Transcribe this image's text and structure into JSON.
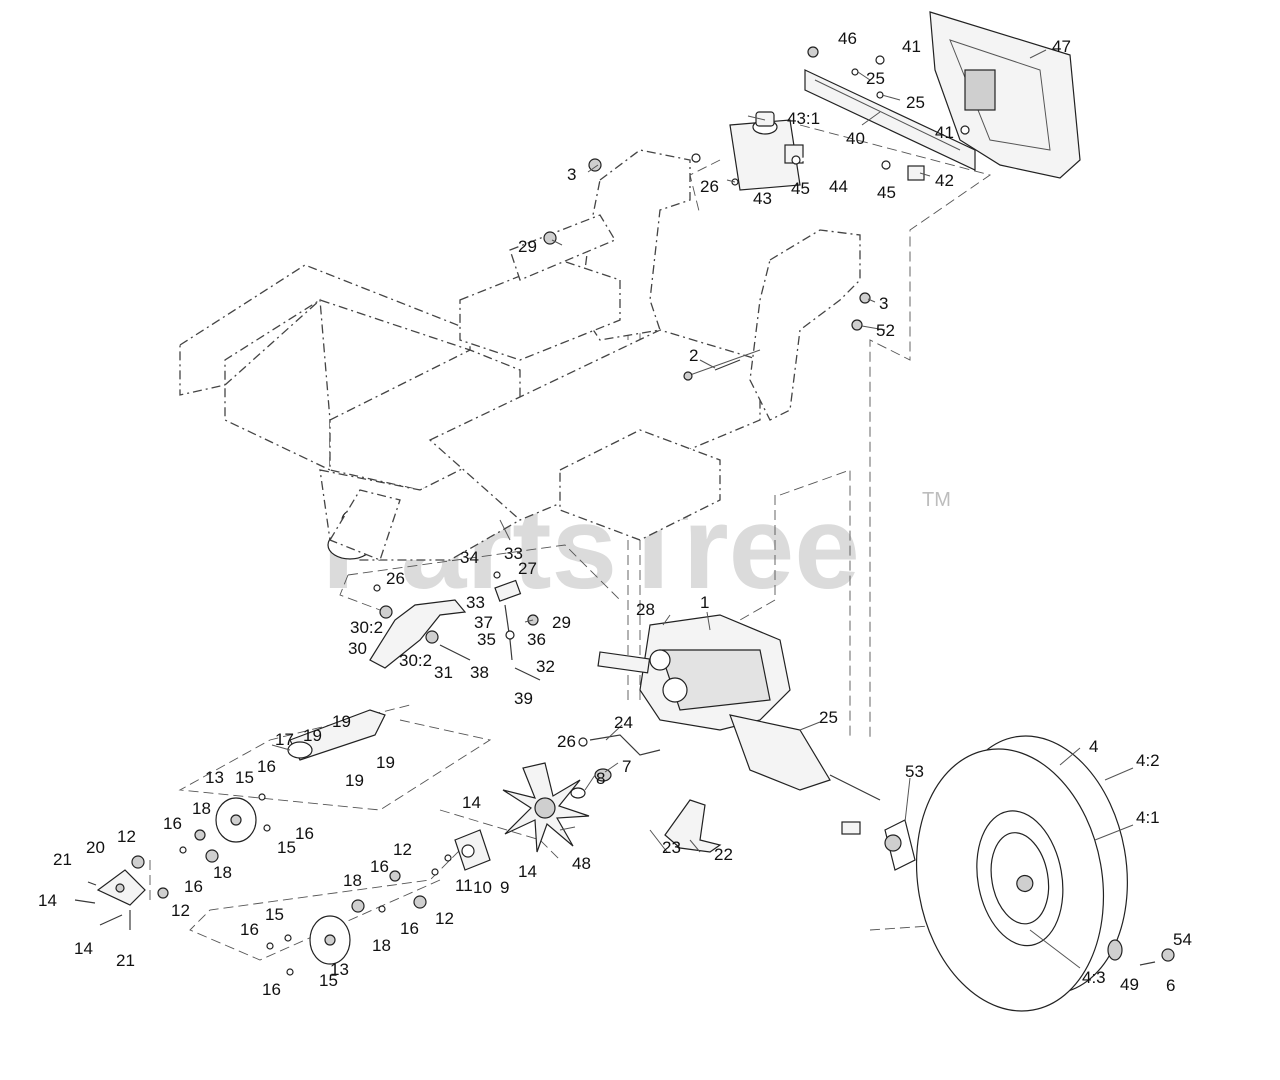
{
  "watermark": {
    "brand": "PartsTree",
    "mark": "TM"
  },
  "callouts": [
    {
      "id": "46",
      "label": "46"
    },
    {
      "id": "41a",
      "label": "41"
    },
    {
      "id": "47",
      "label": "47"
    },
    {
      "id": "25a",
      "label": "25"
    },
    {
      "id": "25b",
      "label": "25"
    },
    {
      "id": "43_1",
      "label": "43:1"
    },
    {
      "id": "40",
      "label": "40"
    },
    {
      "id": "41b",
      "label": "41"
    },
    {
      "id": "3a",
      "label": "3"
    },
    {
      "id": "26a",
      "label": "26"
    },
    {
      "id": "45a",
      "label": "45"
    },
    {
      "id": "44",
      "label": "44"
    },
    {
      "id": "45b",
      "label": "45"
    },
    {
      "id": "42",
      "label": "42"
    },
    {
      "id": "43",
      "label": "43"
    },
    {
      "id": "29a",
      "label": "29"
    },
    {
      "id": "3b",
      "label": "3"
    },
    {
      "id": "52",
      "label": "52"
    },
    {
      "id": "2",
      "label": "2"
    },
    {
      "id": "34",
      "label": "34"
    },
    {
      "id": "33a",
      "label": "33"
    },
    {
      "id": "27",
      "label": "27"
    },
    {
      "id": "26b",
      "label": "26"
    },
    {
      "id": "33b",
      "label": "33"
    },
    {
      "id": "29b",
      "label": "29"
    },
    {
      "id": "37",
      "label": "37"
    },
    {
      "id": "30_2a",
      "label": "30:2"
    },
    {
      "id": "35",
      "label": "35"
    },
    {
      "id": "36",
      "label": "36"
    },
    {
      "id": "30",
      "label": "30"
    },
    {
      "id": "30_2b",
      "label": "30:2"
    },
    {
      "id": "31",
      "label": "31"
    },
    {
      "id": "38",
      "label": "38"
    },
    {
      "id": "32",
      "label": "32"
    },
    {
      "id": "39",
      "label": "39"
    },
    {
      "id": "28",
      "label": "28"
    },
    {
      "id": "1",
      "label": "1"
    },
    {
      "id": "24",
      "label": "24"
    },
    {
      "id": "25c",
      "label": "25"
    },
    {
      "id": "26c",
      "label": "26"
    },
    {
      "id": "7",
      "label": "7"
    },
    {
      "id": "8",
      "label": "8"
    },
    {
      "id": "17",
      "label": "17"
    },
    {
      "id": "19a",
      "label": "19"
    },
    {
      "id": "19b",
      "label": "19"
    },
    {
      "id": "13a",
      "label": "13"
    },
    {
      "id": "15a",
      "label": "15"
    },
    {
      "id": "16a",
      "label": "16"
    },
    {
      "id": "19c",
      "label": "19"
    },
    {
      "id": "19d",
      "label": "19"
    },
    {
      "id": "18a",
      "label": "18"
    },
    {
      "id": "16b",
      "label": "16"
    },
    {
      "id": "16c",
      "label": "16"
    },
    {
      "id": "15b",
      "label": "15"
    },
    {
      "id": "12a",
      "label": "12"
    },
    {
      "id": "20",
      "label": "20"
    },
    {
      "id": "21a",
      "label": "21"
    },
    {
      "id": "16d",
      "label": "16"
    },
    {
      "id": "18b",
      "label": "18"
    },
    {
      "id": "14a",
      "label": "14"
    },
    {
      "id": "12b",
      "label": "12"
    },
    {
      "id": "14b",
      "label": "14"
    },
    {
      "id": "21b",
      "label": "21"
    },
    {
      "id": "14c",
      "label": "14"
    },
    {
      "id": "48",
      "label": "48"
    },
    {
      "id": "14d",
      "label": "14"
    },
    {
      "id": "11",
      "label": "11"
    },
    {
      "id": "10",
      "label": "10"
    },
    {
      "id": "9",
      "label": "9"
    },
    {
      "id": "16e",
      "label": "16"
    },
    {
      "id": "12c",
      "label": "12"
    },
    {
      "id": "18c",
      "label": "18"
    },
    {
      "id": "16f",
      "label": "16"
    },
    {
      "id": "12d",
      "label": "12"
    },
    {
      "id": "15c",
      "label": "15"
    },
    {
      "id": "16g",
      "label": "16"
    },
    {
      "id": "18d",
      "label": "18"
    },
    {
      "id": "13b",
      "label": "13"
    },
    {
      "id": "16h",
      "label": "16"
    },
    {
      "id": "15d",
      "label": "15"
    },
    {
      "id": "53",
      "label": "53"
    },
    {
      "id": "4",
      "label": "4"
    },
    {
      "id": "4_2",
      "label": "4:2"
    },
    {
      "id": "4_1",
      "label": "4:1"
    },
    {
      "id": "23",
      "label": "23"
    },
    {
      "id": "22",
      "label": "22"
    },
    {
      "id": "54",
      "label": "54"
    },
    {
      "id": "4_3",
      "label": "4:3"
    },
    {
      "id": "49",
      "label": "49"
    },
    {
      "id": "6",
      "label": "6"
    }
  ]
}
